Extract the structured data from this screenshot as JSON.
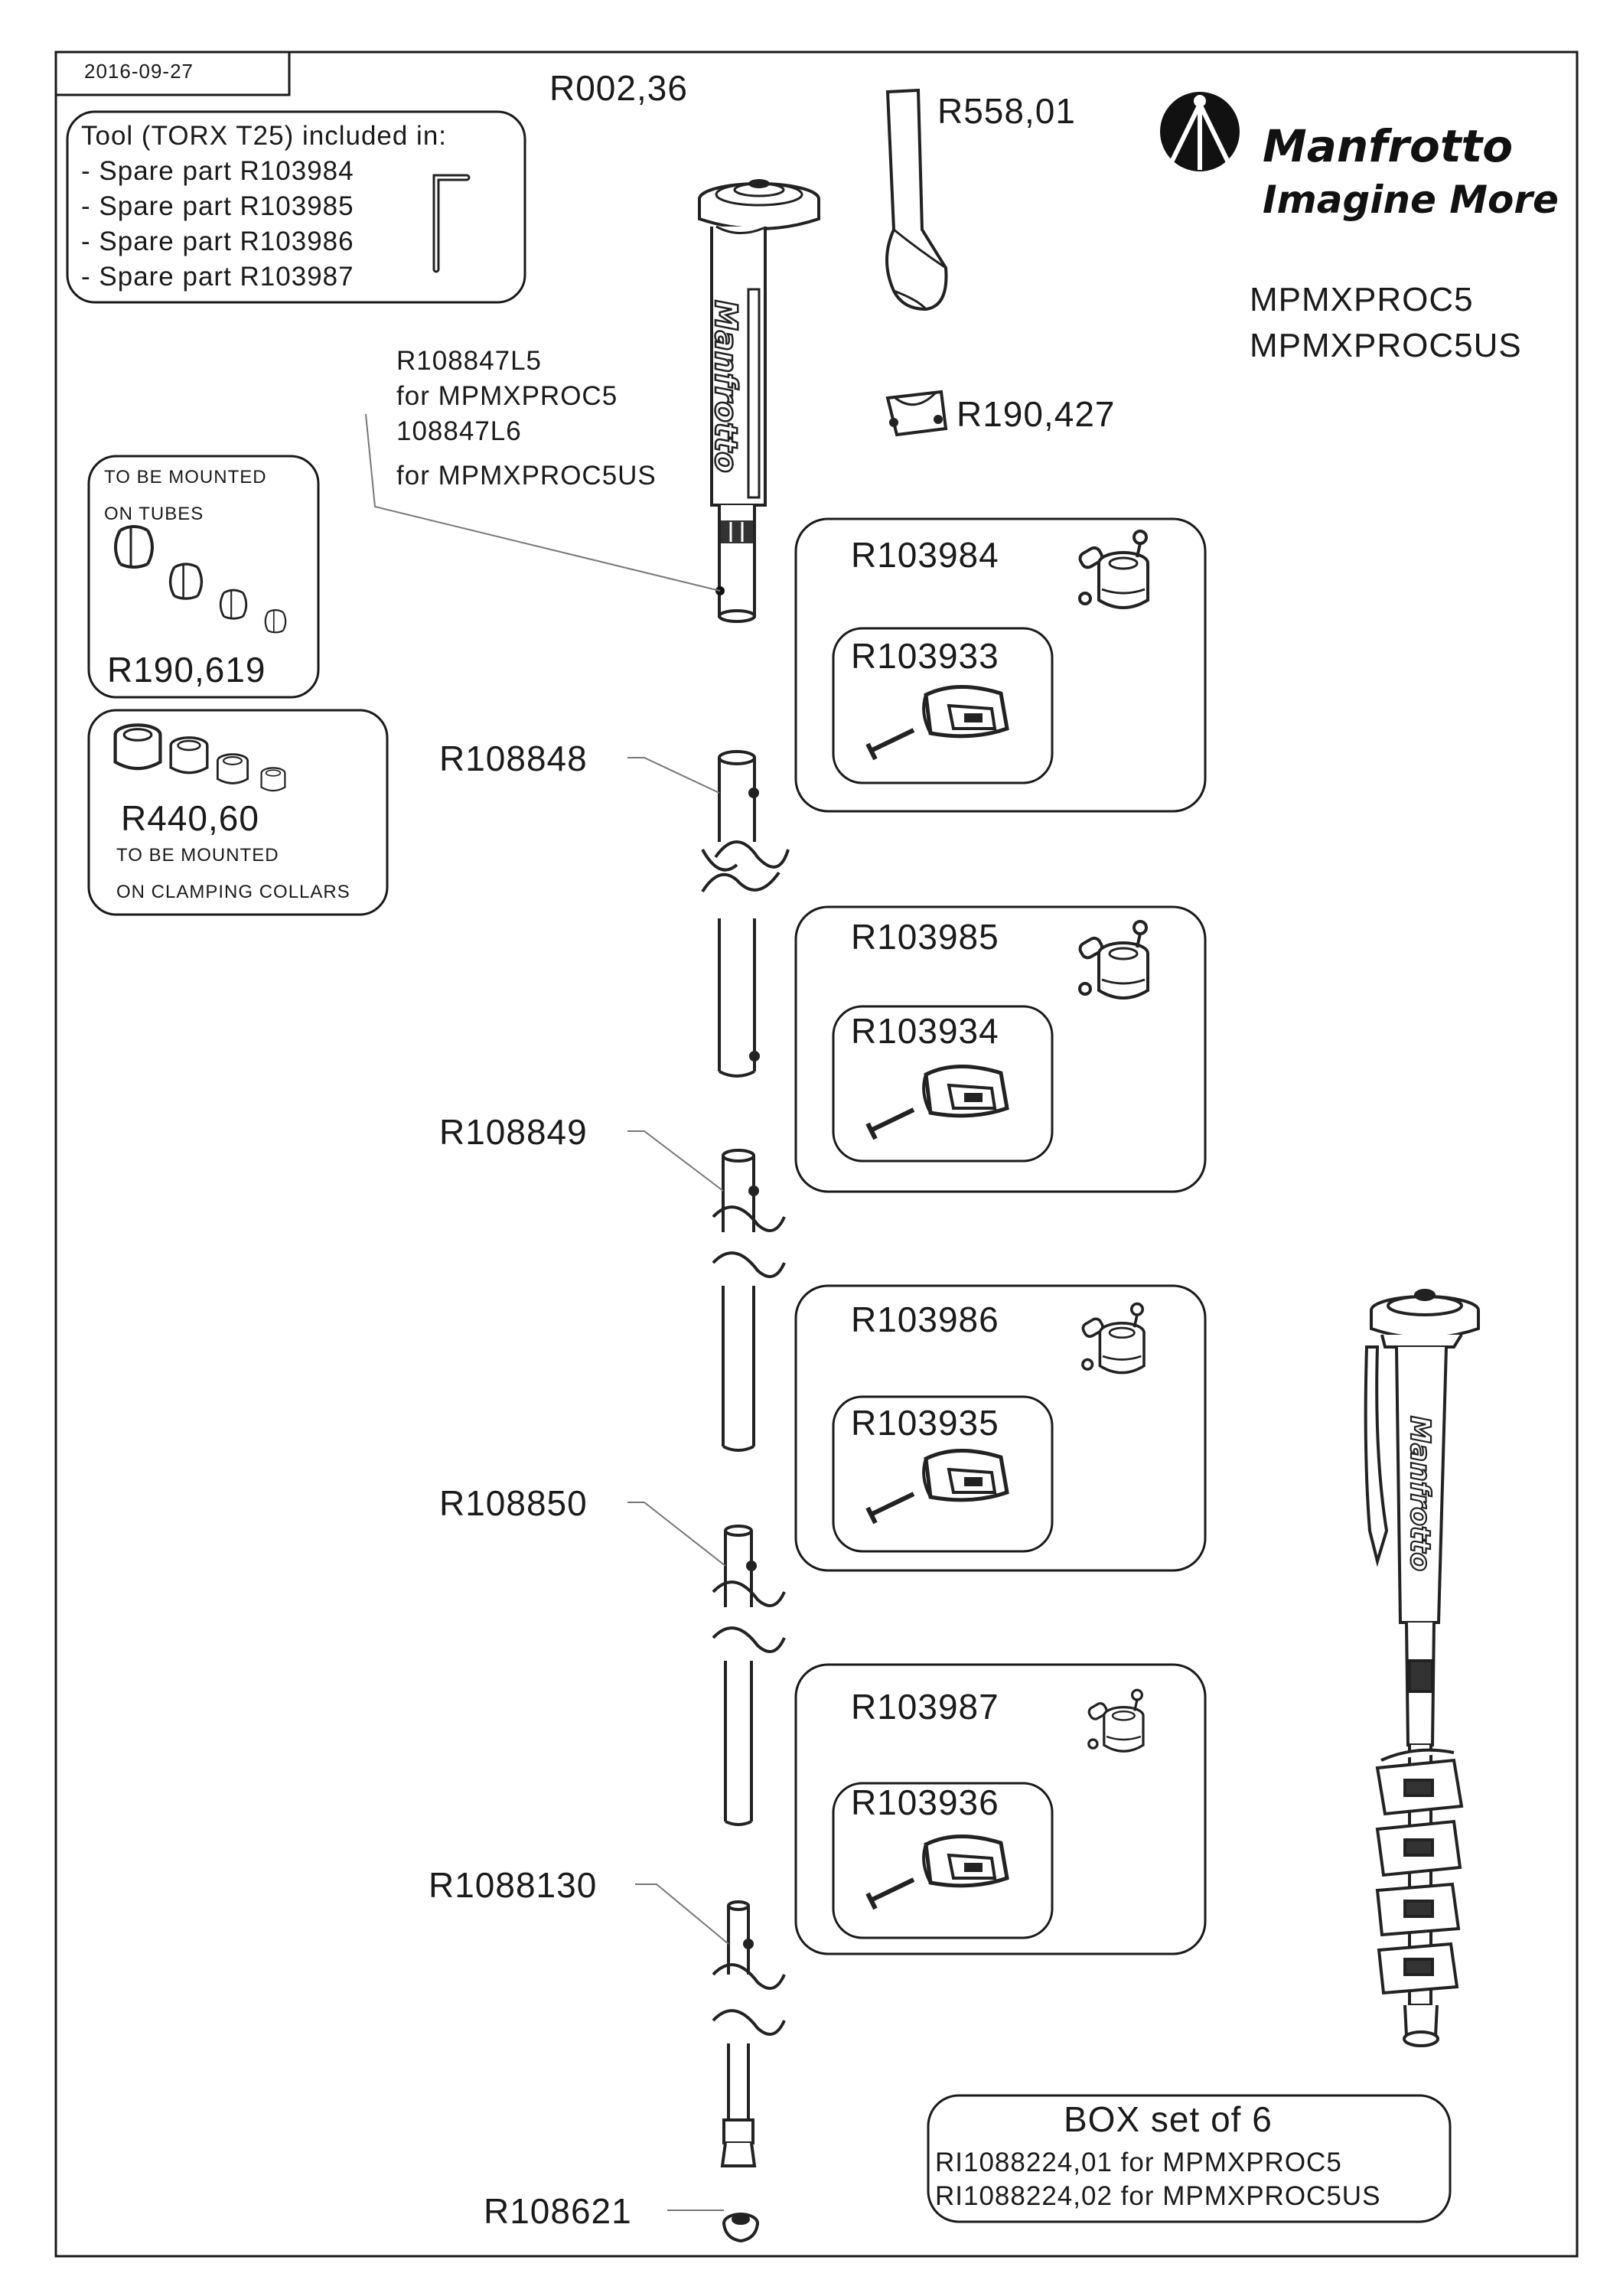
{
  "header": {
    "date": "2016-09-27",
    "top_part": "R002,36",
    "strap_part": "R558,01",
    "clip_part": "R190,427"
  },
  "brand": {
    "name": "Manfrotto",
    "tagline": "Imagine More",
    "models": [
      "MPMXPROC5",
      "MPMXPROC5US"
    ]
  },
  "tool_note": {
    "title": "Tool (TORX T25) included in:",
    "items": [
      "- Spare part R103984",
      "- Spare part R103985",
      "- Spare part R103986",
      "- Spare part R103987"
    ]
  },
  "top_section_labels": [
    "R108847L5",
    "for MPMXPROC5",
    "108847L6",
    "for MPMXPROC5US"
  ],
  "shims_tubes": {
    "line1": "TO BE MOUNTED",
    "line2": "ON TUBES",
    "part": "R190,619"
  },
  "shims_collars": {
    "part": "R440,60",
    "line1": "TO BE MOUNTED",
    "line2": "ON CLAMPING COLLARS"
  },
  "tube_parts": [
    "R108848",
    "R108849",
    "R108850",
    "R1088130"
  ],
  "foot_part": "R108621",
  "collar_kits": [
    {
      "kit": "R103984",
      "lever": "R103933"
    },
    {
      "kit": "R103985",
      "lever": "R103934"
    },
    {
      "kit": "R103986",
      "lever": "R103935"
    },
    {
      "kit": "R103987",
      "lever": "R103936"
    }
  ],
  "box": {
    "title": "BOX set of 6",
    "lines": [
      "RI1088224,01 for MPMXPROC5",
      "RI1088224,02 for MPMXPROC5US"
    ]
  }
}
